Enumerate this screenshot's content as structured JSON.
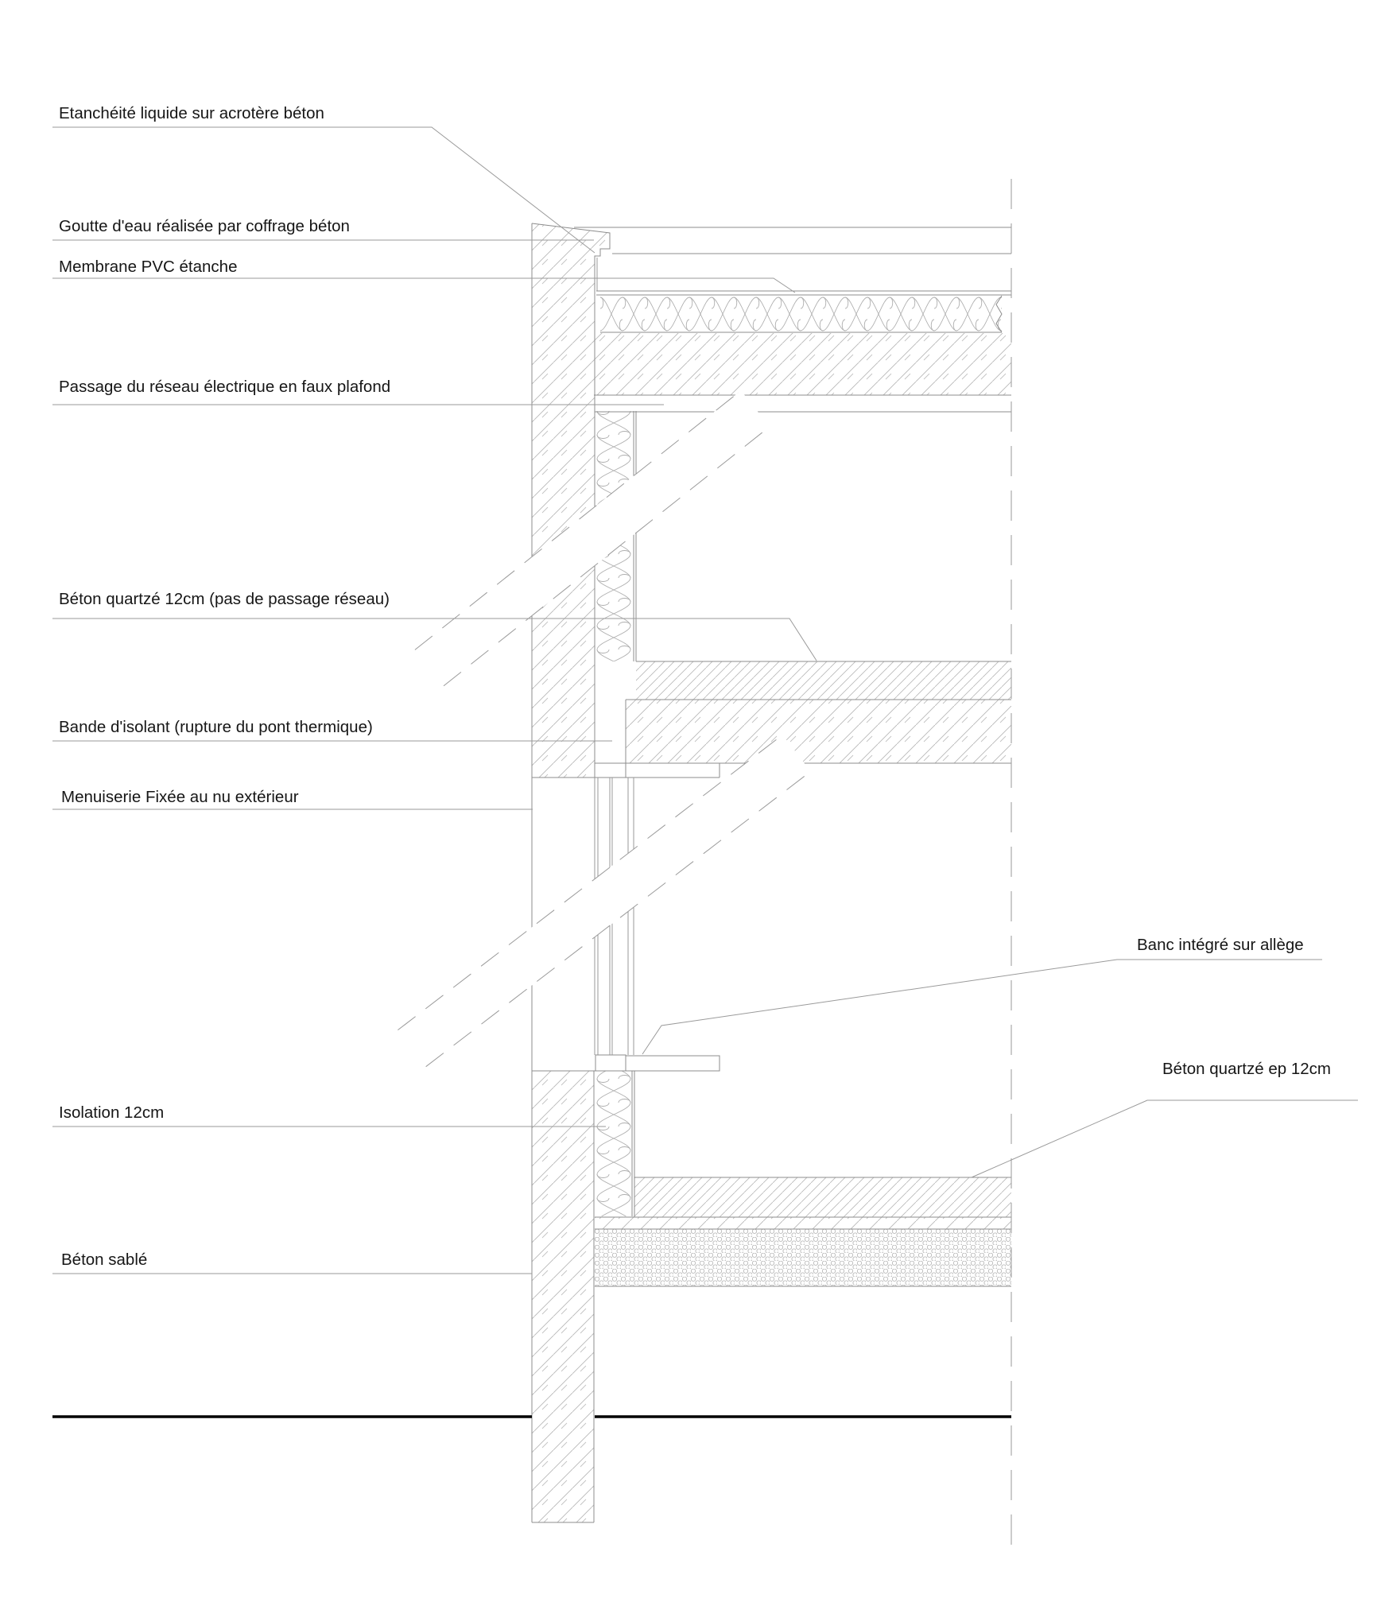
{
  "colors": {
    "background": "#ffffff",
    "line": "#8c8c8c",
    "leader_line": "#9a9a9a",
    "hatch": "#b8b8b8",
    "insulation": "#aeaeae",
    "text": "#161616",
    "ground_line": "#000000"
  },
  "annotations": {
    "left": [
      {
        "id": "etancheite",
        "text": "Etanchéité liquide sur acrotère béton"
      },
      {
        "id": "goutte-eau",
        "text": "Goutte d'eau réalisée par coffrage béton"
      },
      {
        "id": "membrane-pvc",
        "text": "Membrane PVC étanche"
      },
      {
        "id": "reseau-electrique",
        "text": "Passage du réseau électrique en faux plafond"
      },
      {
        "id": "beton-quartze-12",
        "text": "Béton quartzé 12cm (pas de passage réseau)"
      },
      {
        "id": "bande-isolant",
        "text": "Bande d'isolant (rupture du pont thermique)"
      },
      {
        "id": "menuiserie",
        "text": "Menuiserie Fixée au nu extérieur"
      },
      {
        "id": "isolation-12",
        "text": "Isolation 12cm"
      },
      {
        "id": "beton-sable",
        "text": "Béton sablé"
      }
    ],
    "right": [
      {
        "id": "banc",
        "text": "Banc intégré sur allège"
      },
      {
        "id": "beton-quartze-ep12",
        "text": "Béton quartzé ep 12cm"
      }
    ]
  }
}
